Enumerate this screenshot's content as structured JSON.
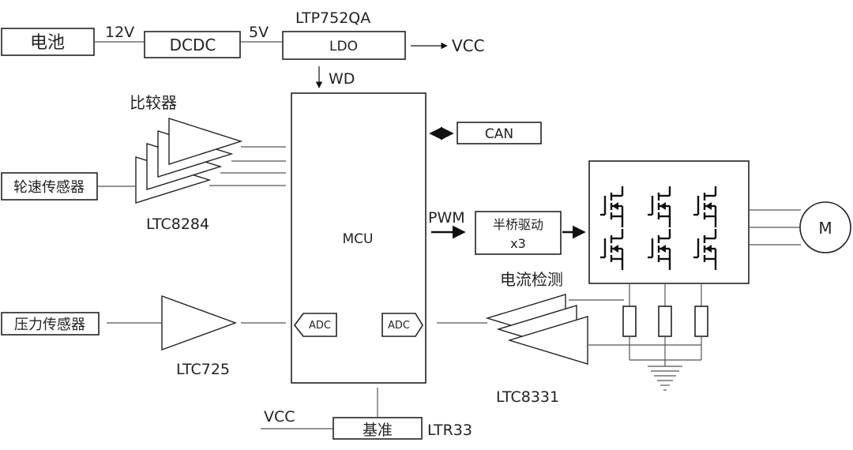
{
  "colors": {
    "line": "#555555",
    "stroke": "#222222",
    "background": "#ffffff"
  },
  "power": {
    "battery_label": "电池",
    "v12_label": "12V",
    "dcdc_label": "DCDC",
    "v5_label": "5V",
    "ldo_part_label": "LTP752QA",
    "ldo_label": "LDO",
    "vcc_out_label": "VCC",
    "wd_label": "WD"
  },
  "comparator": {
    "title": "比较器",
    "part_label": "LTC8284",
    "sensor_label": "轮速传感器"
  },
  "mcu": {
    "label": "MCU",
    "adc_left_label": "ADC",
    "adc_right_label": "ADC"
  },
  "can_label": "CAN",
  "pwm_label": "PWM",
  "driver": {
    "line1": "半桥驱动",
    "line2": "x3"
  },
  "motor_label": "M",
  "current_sense": {
    "title": "电流检测",
    "part_label": "LTC8331"
  },
  "pressure": {
    "sensor_label": "压力传感器",
    "part_label": "LTC725"
  },
  "reference": {
    "vcc_label": "VCC",
    "label": "基准",
    "part_label": "LTR33"
  }
}
